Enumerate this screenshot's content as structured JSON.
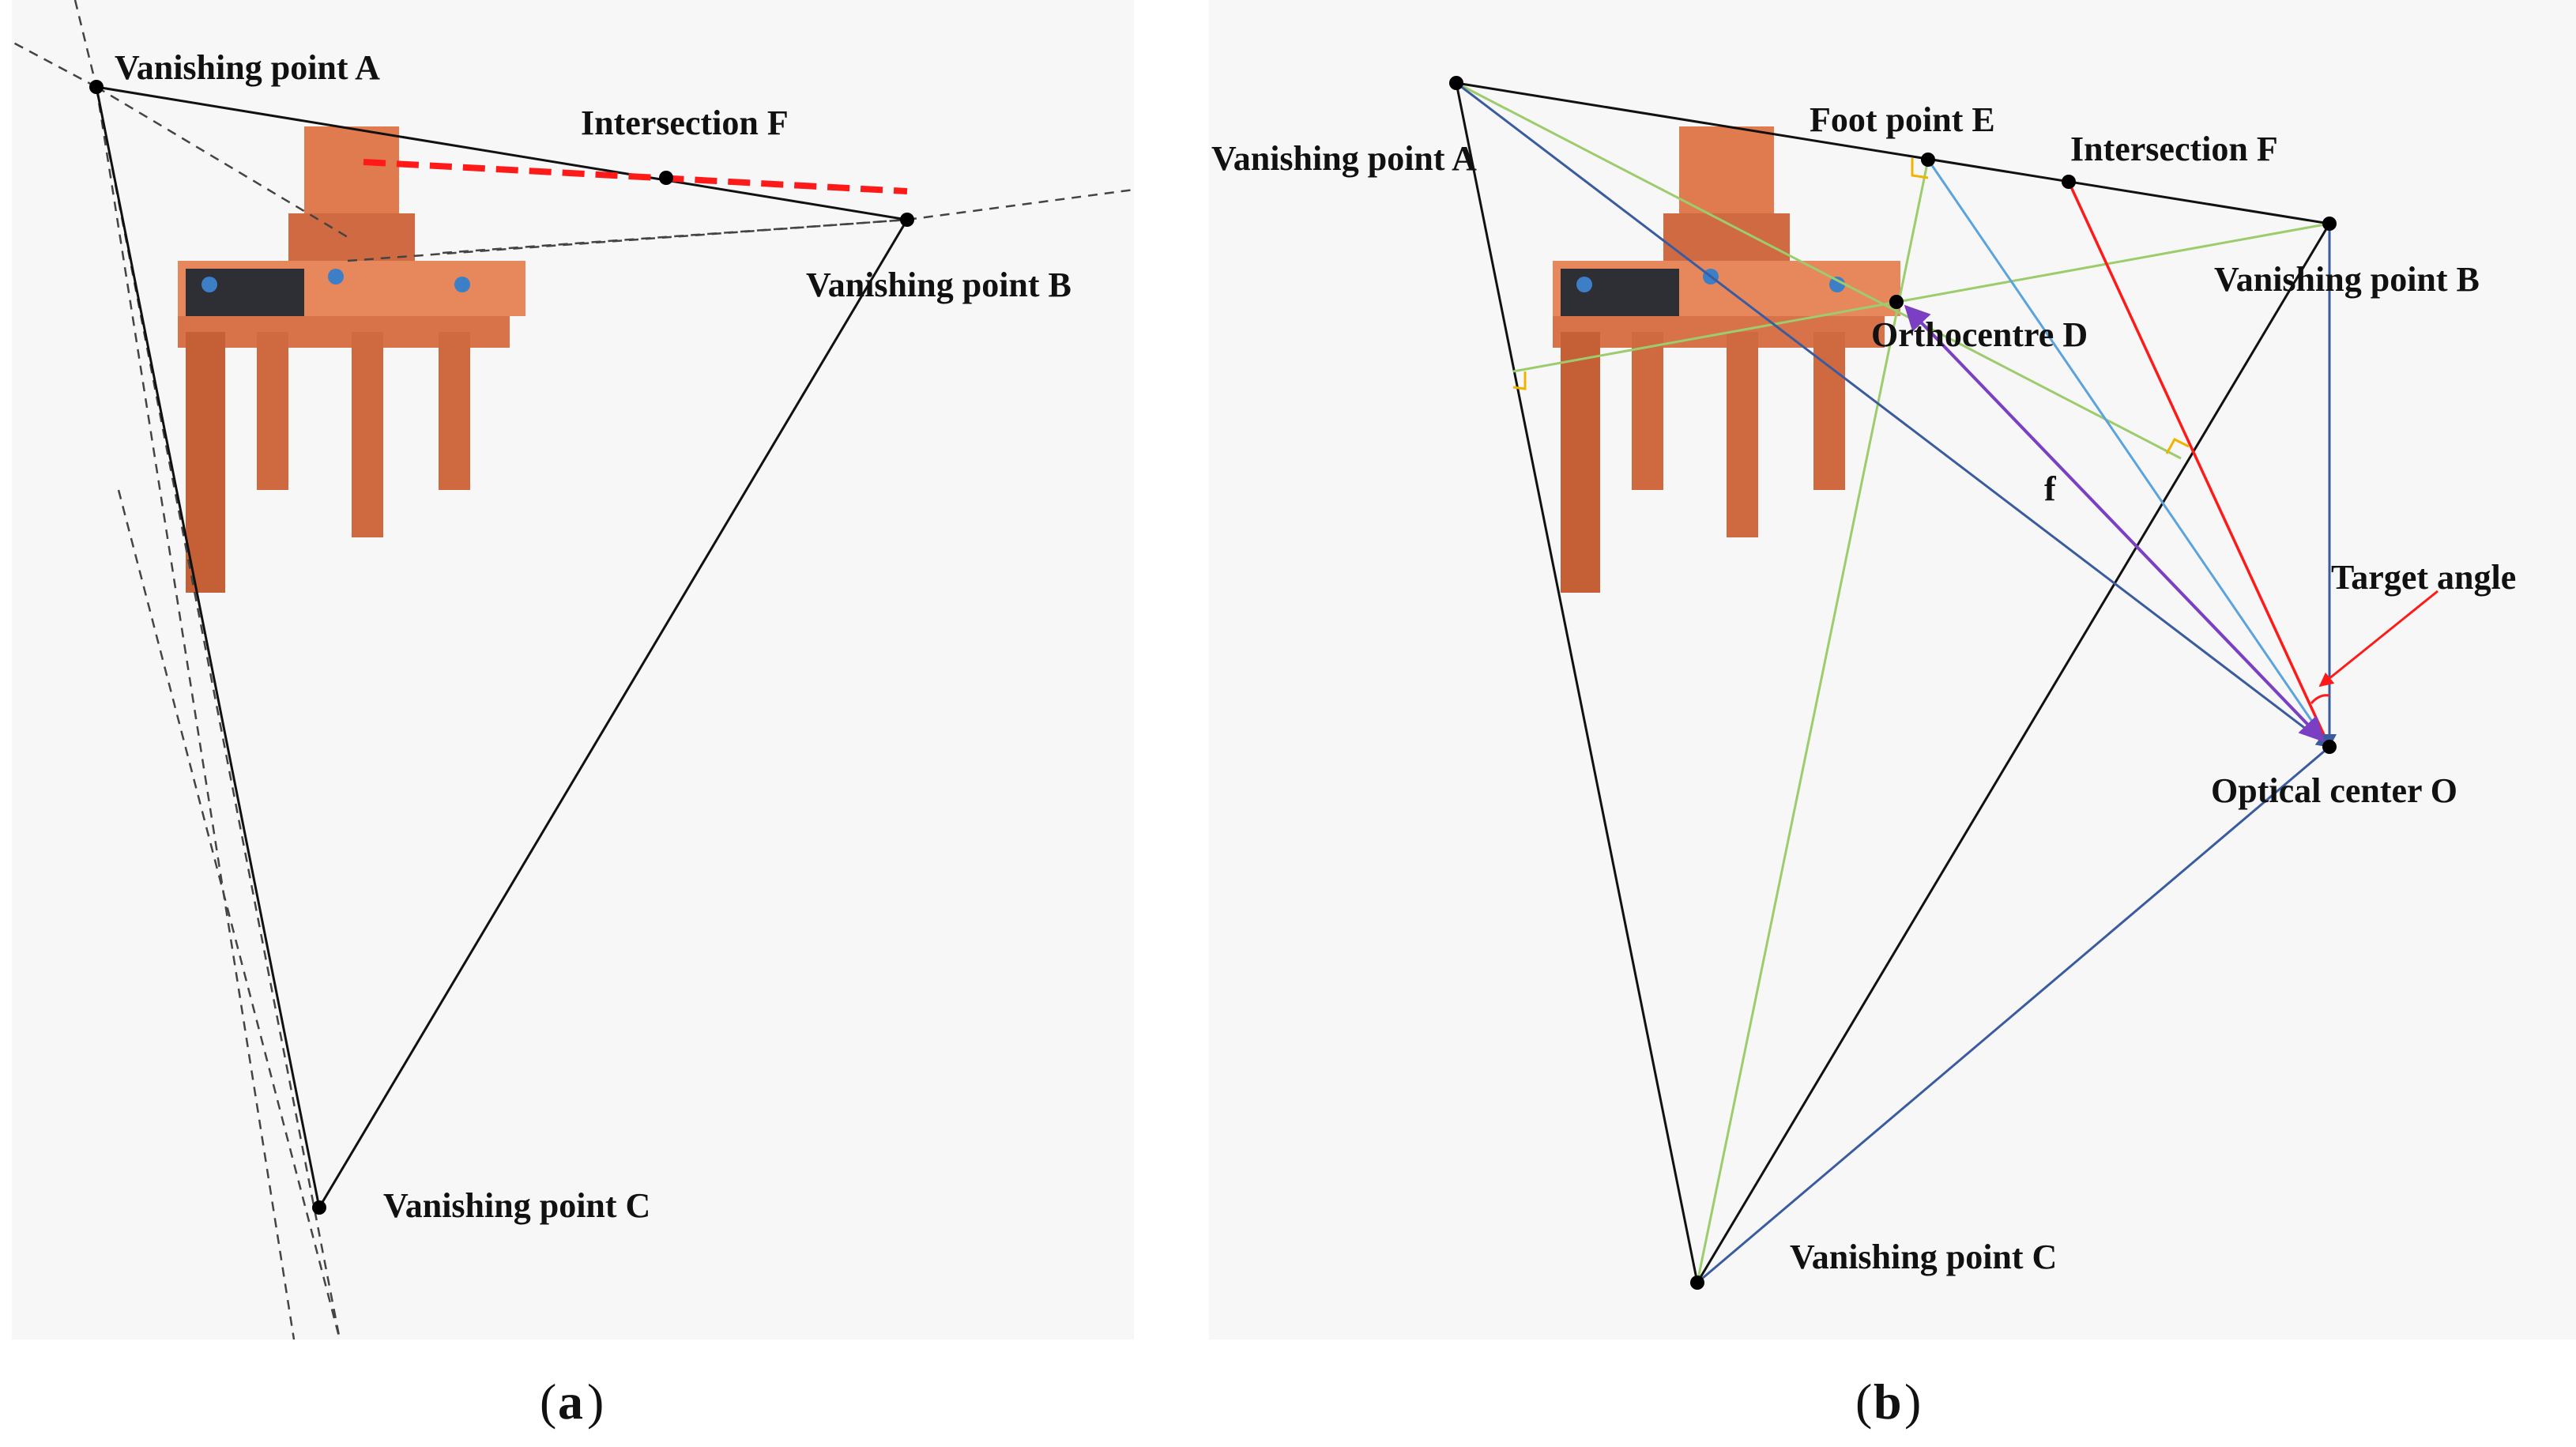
{
  "panel_a": {
    "caption_letter": "a",
    "labels": {
      "vp_a": "Vanishing point A",
      "vp_b": "Vanishing point B",
      "vp_c": "Vanishing point C",
      "intersection_f": "Intersection F"
    }
  },
  "panel_b": {
    "caption_letter": "b",
    "labels": {
      "vp_a": "Vanishing point A",
      "vp_b": "Vanishing point B",
      "vp_c": "Vanishing point C",
      "foot_e": "Foot point E",
      "intersection_f": "Intersection F",
      "orthocentre_d": "Orthocentre D",
      "f": "f",
      "target_angle": "Target angle",
      "optical_center": "Optical center O"
    }
  },
  "colors": {
    "panel_bg": "#f7f7f7",
    "robot": "#e07a4f",
    "red": "#ff1a1a",
    "green": "#9ccc6c",
    "light_blue": "#5aa3dd",
    "dark_blue": "#3a5c9f",
    "purple": "#7a3fc2",
    "right_angle": "#f0b400"
  }
}
